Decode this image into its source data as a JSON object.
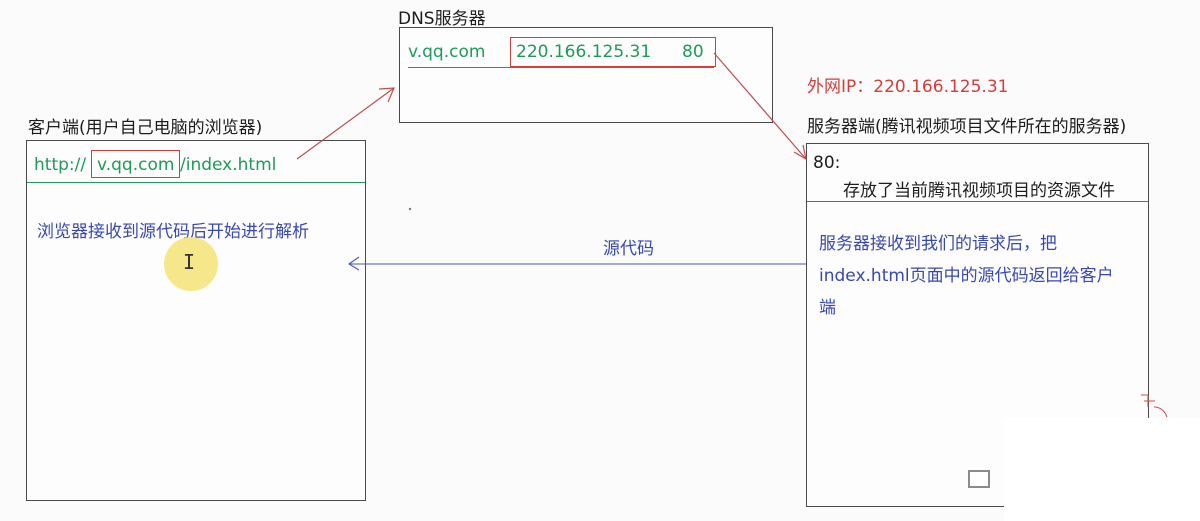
{
  "dns_box": {
    "title": "DNS服务器",
    "domain": "v.qq.com",
    "ip": "220.166.125.31",
    "port": "80"
  },
  "client": {
    "title": "客户端(用户自己电脑的浏览器)",
    "url_prefix": "http://",
    "url_domain": "v.qq.com",
    "url_suffix": "/index.html",
    "body_text": "浏览器接收到源代码后开始进行解析"
  },
  "server": {
    "public_ip_label": "外网IP：220.166.125.31",
    "title": "服务器端(腾讯视频项目文件所在的服务器)",
    "port_label": "80:",
    "resource_label": "存放了当前腾讯视频项目的资源文件",
    "body_line_1": "服务器接收到我们的请求后，把",
    "body_line_2": "index.html页面中的源代码返回给客户",
    "body_line_3": "端"
  },
  "flow": {
    "response_label": "源代码"
  },
  "colors": {
    "green": "#1e9a5a",
    "red": "#d93b3b",
    "blue": "#3747b5",
    "border": "#4a4a4a"
  },
  "icons": {
    "cursor": "text-cursor-icon"
  }
}
